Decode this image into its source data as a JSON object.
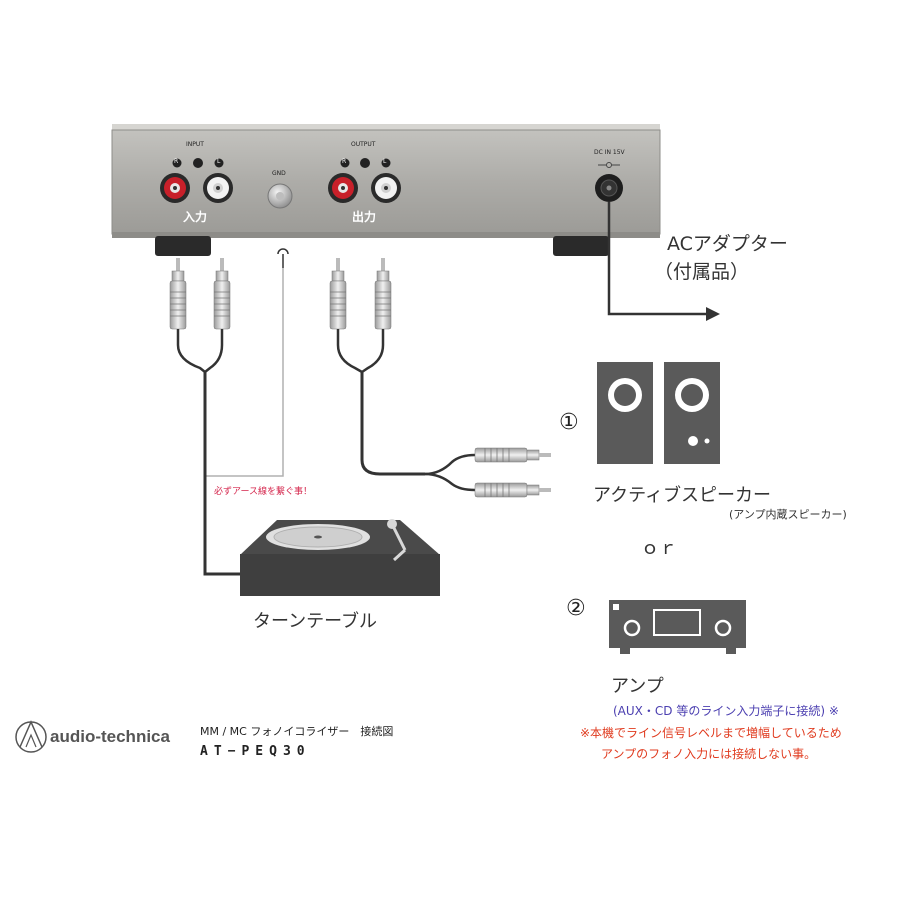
{
  "device": {
    "input_label": "INPUT",
    "output_label": "OUTPUT",
    "gnd_label": "GND",
    "dc_label": "DC IN 15V",
    "r_mark": "R",
    "l_mark": "L",
    "input_jp": "入力",
    "output_jp": "出力"
  },
  "ac_adapter": {
    "line1": "ACアダプター",
    "line2": "（付属品）"
  },
  "ground_note": "必ずアース線を繋ぐ事！",
  "turntable_label": "ターンテーブル",
  "option1": {
    "number": "①",
    "name": "アクティブスピーカー",
    "sub": "(アンプ内蔵スピーカー)"
  },
  "or_text": "ｏｒ",
  "option2": {
    "number": "②",
    "name": "アンプ",
    "note1": "(AUX・CD 等のライン入力端子に接続) ※",
    "note2": "※本機でライン信号レベルまで増幅しているため",
    "note3": "アンプのフォノ入力には接続しない事。"
  },
  "footer": {
    "brand": "audio-technica",
    "title": "MM / MC フォノイコライザー　接続図",
    "model": "AT−PEQ30"
  },
  "colors": {
    "chassis": "#a8a7a3",
    "jack_red": "#c8202a",
    "dark": "#404040",
    "red_text": "#e03a1e",
    "purple_text": "#4b3fb0",
    "pink_text": "#d4234a"
  }
}
